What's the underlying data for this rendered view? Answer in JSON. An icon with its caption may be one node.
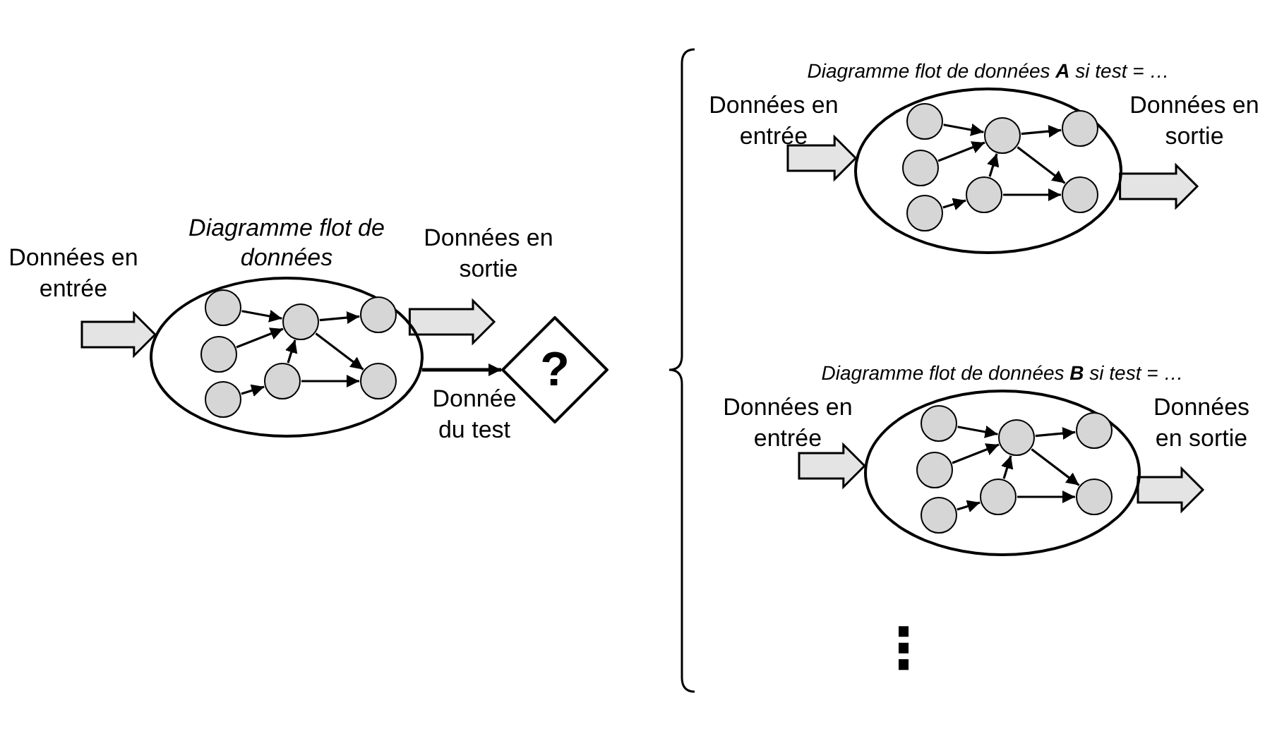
{
  "diagram": {
    "nodes": [
      {
        "text": [
          "Diagramme flot de données"
        ]
      },
      {
        "text": [],
        "shape": "circle",
        "in": 0
      },
      {
        "text": [],
        "shape": "circle",
        "in": 0
      },
      {
        "text": [],
        "shape": "circle",
        "in": 0
      },
      {
        "text": [],
        "shape": "circle",
        "in": 0
      },
      {
        "text": [],
        "shape": "circle",
        "in": 0
      },
      {
        "text": [],
        "shape": "circle",
        "in": 0
      },
      {
        "text": [],
        "shape": "circle",
        "in": 0
      },
      {
        "text": [
          "?"
        ]
      },
      {
        "text": [
          "Diagramme flot de données **A** si test = …"
        ]
      },
      {
        "text": [],
        "shape": "circle",
        "in": 9
      },
      {
        "text": [],
        "shape": "circle",
        "in": 9
      },
      {
        "text": [],
        "shape": "circle",
        "in": 9
      },
      {
        "text": [],
        "shape": "circle",
        "in": 9
      },
      {
        "text": [],
        "shape": "circle",
        "in": 9
      },
      {
        "text": [],
        "shape": "circle",
        "in": 9
      },
      {
        "text": [],
        "shape": "circle",
        "in": 9
      },
      {
        "text": [
          "Diagramme flot de données **B** si test = …"
        ]
      },
      {
        "text": [],
        "shape": "circle",
        "in": 17
      },
      {
        "text": [],
        "shape": "circle",
        "in": 17
      },
      {
        "text": [],
        "shape": "circle",
        "in": 17
      },
      {
        "text": [],
        "shape": "circle",
        "in": 17
      },
      {
        "text": [],
        "shape": "circle",
        "in": 17
      },
      {
        "text": [],
        "shape": "circle",
        "in": 17
      },
      {
        "text": [],
        "shape": "circle",
        "in": 17
      }
    ],
    "edges": [
      {
        "from": null,
        "to": 0,
        "arrow": "to",
        "label": "Données en entrée",
        "style": "thick"
      },
      {
        "from": 0,
        "to": null,
        "arrow": "to",
        "label": "Données en sortie",
        "style": "thick"
      },
      {
        "from": 0,
        "to": 8,
        "arrow": "to",
        "label": "Donnée du test"
      },
      {
        "from": 1,
        "to": 4,
        "arrow": "to"
      },
      {
        "from": 2,
        "to": 4,
        "arrow": "to"
      },
      {
        "from": 3,
        "to": 5,
        "arrow": "to"
      },
      {
        "from": 5,
        "to": 4,
        "arrow": "to"
      },
      {
        "from": 4,
        "to": 6,
        "arrow": "to"
      },
      {
        "from": 4,
        "to": 7,
        "arrow": "to"
      },
      {
        "from": 5,
        "to": 7,
        "arrow": "to"
      },
      {
        "from": null,
        "to": 9,
        "arrow": "to",
        "label": "Données en entrée",
        "style": "thick"
      },
      {
        "from": 9,
        "to": null,
        "arrow": "to",
        "label": "Données en sortie",
        "style": "thick"
      },
      {
        "from": 10,
        "to": 13,
        "arrow": "to"
      },
      {
        "from": 11,
        "to": 13,
        "arrow": "to"
      },
      {
        "from": 12,
        "to": 14,
        "arrow": "to"
      },
      {
        "from": 14,
        "to": 13,
        "arrow": "to"
      },
      {
        "from": 13,
        "to": 15,
        "arrow": "to"
      },
      {
        "from": 13,
        "to": 16,
        "arrow": "to"
      },
      {
        "from": 14,
        "to": 16,
        "arrow": "to"
      },
      {
        "from": null,
        "to": 17,
        "arrow": "to",
        "label": "Données en entrée",
        "style": "thick"
      },
      {
        "from": 17,
        "to": null,
        "arrow": "to",
        "label": "Données en sortie",
        "style": "thick"
      },
      {
        "from": 18,
        "to": 21,
        "arrow": "to"
      },
      {
        "from": 19,
        "to": 21,
        "arrow": "to"
      },
      {
        "from": 20,
        "to": 22,
        "arrow": "to"
      },
      {
        "from": 22,
        "to": 21,
        "arrow": "to"
      },
      {
        "from": 21,
        "to": 23,
        "arrow": "to"
      },
      {
        "from": 21,
        "to": 24,
        "arrow": "to"
      },
      {
        "from": 22,
        "to": 24,
        "arrow": "to"
      }
    ],
    "labels": [
      "⋮"
    ]
  }
}
